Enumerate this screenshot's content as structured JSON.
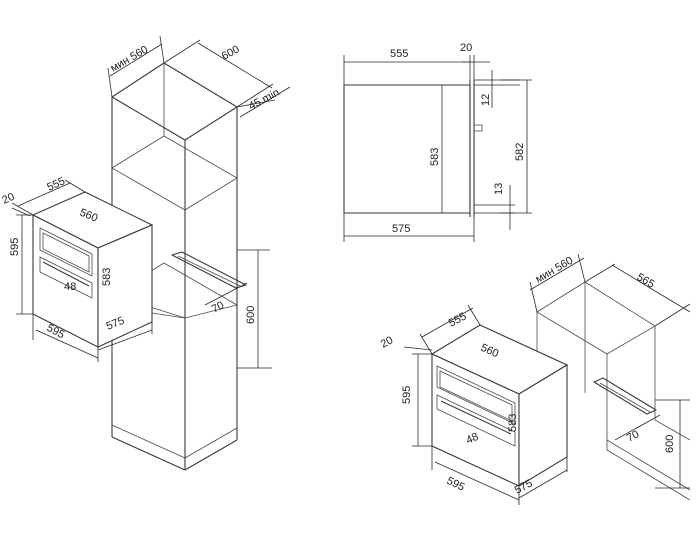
{
  "colors": {
    "line": "#3a3a3a",
    "background": "#ffffff",
    "text": "#222222"
  },
  "column_view": {
    "min_width": "мин 560",
    "depth": "600",
    "rear_gap": "45 min",
    "oven_depth_top": "555",
    "front_panel": "20",
    "inner_width": "560",
    "height": "595",
    "inner_height": "583",
    "handle_offset": "48",
    "width": "595",
    "body_width": "575",
    "niche_height": "600",
    "vent": "70"
  },
  "side_view": {
    "body_depth": "555",
    "front_depth": "20",
    "top_gap": "12",
    "inner_height": "583",
    "total_height": "582",
    "bottom_gap": "13",
    "overall_depth": "575"
  },
  "under_counter_view": {
    "min_width": "мин 560",
    "depth": "565",
    "oven_depth_top": "555",
    "front_panel": "20",
    "inner_width": "560",
    "height": "595",
    "inner_height": "583",
    "handle_offset": "48",
    "width": "595",
    "body_width": "575",
    "niche_height": "600",
    "vent": "70"
  }
}
